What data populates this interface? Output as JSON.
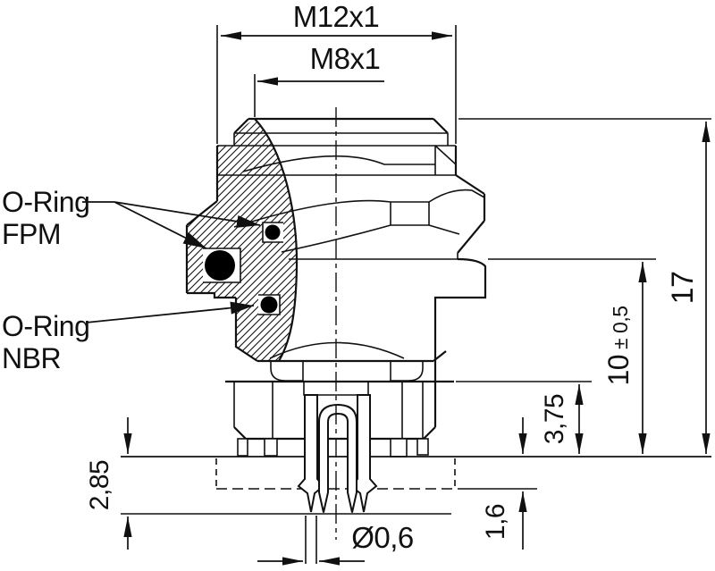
{
  "drawing": {
    "kind": "technical-dimension-drawing",
    "background": "#ffffff",
    "line_color": "#111111",
    "oring_fill": "#000000",
    "thread_labels": {
      "outer_thread": "M12x1",
      "inner_thread": "M8x1"
    },
    "callouts": {
      "fpm": {
        "line1": "O-Ring",
        "line2": "FPM"
      },
      "nbr": {
        "line1": "O-Ring",
        "line2": "NBR"
      }
    },
    "dimensions": {
      "total_height": "17",
      "mid_height_value": "10",
      "mid_height_tolerance": "± 0,5",
      "standoff": "3,75",
      "panel_thickness": "1,6",
      "pin_protrusion": "2,85",
      "pin_diameter": "Ø0,6"
    }
  }
}
